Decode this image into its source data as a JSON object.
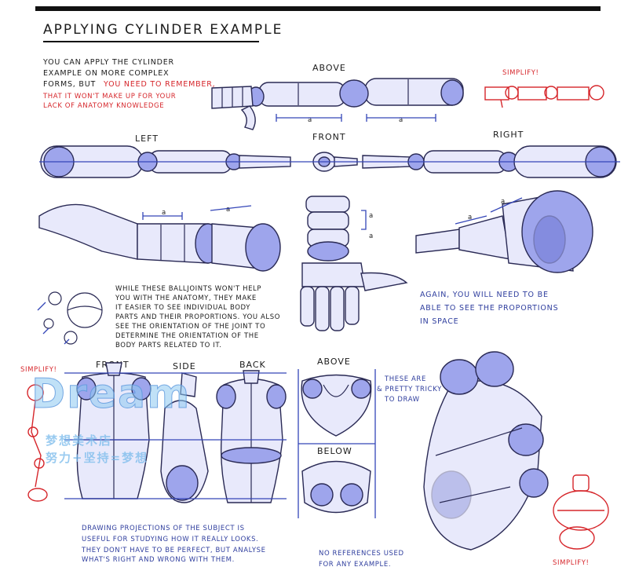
{
  "title": "APPLYING CYLINDER EXAMPLE",
  "intro": {
    "line1": "YOU CAN APPLY THE CYLINDER",
    "line2": "EXAMPLE ON MORE COMPLEX",
    "line3_black": "FORMS, BUT",
    "line3_red": "YOU NEED TO REMEMBER,",
    "line4": "THAT IT WON'T MAKE UP FOR YOUR",
    "line5": "LACK OF ANATOMY KNOWLEDGE"
  },
  "labels": {
    "above_top": "ABOVE",
    "simplify_top": "SIMPLIFY!",
    "left": "LEFT",
    "front_arm": "FRONT",
    "right": "RIGHT",
    "measure_a": "a",
    "front_torso": "FRONT",
    "side_torso": "SIDE",
    "back_torso": "BACK",
    "above_pelvis": "ABOVE",
    "below_pelvis": "BELOW",
    "simplify_left": "SIMPLIFY!",
    "simplify_bottom": "SIMPLIFY!"
  },
  "notes": {
    "balljoints": [
      "WHILE THESE BALLJOINTS WON'T HELP",
      "YOU WITH THE ANATOMY, THEY MAKE",
      "IT EASIER TO SEE INDIVIDUAL BODY",
      "PARTS AND THEIR PROPORTIONS. YOU ALSO",
      "SEE THE ORIENTATION OF THE JOINT TO",
      "DETERMINE THE ORIENTATION OF THE",
      "BODY PARTS RELATED TO IT."
    ],
    "again": [
      "AGAIN, YOU WILL NEED TO BE",
      "ABLE TO SEE THE PROPORTIONS",
      "IN SPACE"
    ],
    "tricky": [
      "THESE ARE",
      "& PRETTY TRICKY",
      "TO DRAW"
    ],
    "projections": [
      "DRAWING PROJECTIONS OF THE SUBJECT IS",
      "USEFUL FOR STUDYING HOW IT REALLY LOOKS.",
      "THEY DON'T HAVE TO BE PERFECT, BUT ANALYSE",
      "WHAT'S RIGHT AND WRONG WITH THEM."
    ],
    "no_refs": [
      "NO REFERENCES USED",
      "FOR ANY EXAMPLE."
    ]
  },
  "watermark": {
    "word": "Dream",
    "line1": "梦想美术店",
    "line2": "努力+坚持=梦想"
  },
  "colors": {
    "ink": "#1b1b1b",
    "red": "#d6262b",
    "blue_fill": "#b8bdf0",
    "blue_dark": "#5560c8",
    "blue_text": "#2f3e9e"
  }
}
